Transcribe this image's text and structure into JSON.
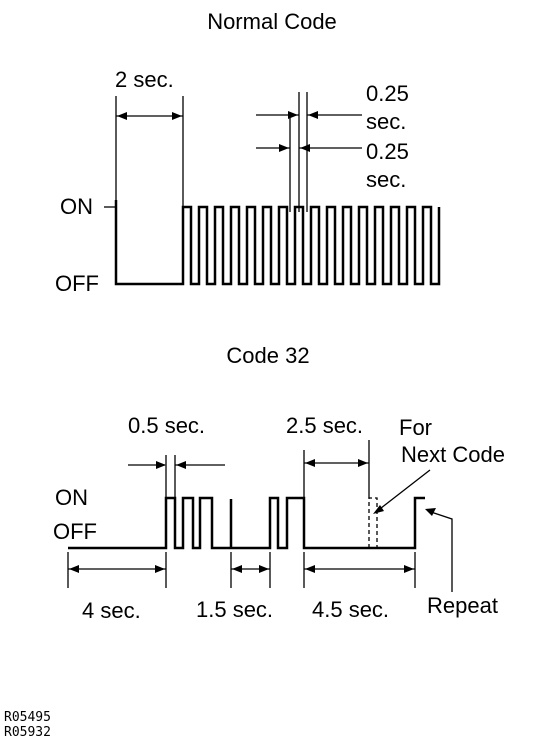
{
  "top": {
    "title": "Normal Code",
    "dur_2": "2 sec.",
    "dur_025_a_l1": "0.25",
    "dur_025_a_l2": "sec.",
    "dur_025_b_l1": "0.25",
    "dur_025_b_l2": "sec.",
    "on_label": "ON",
    "off_label": "OFF"
  },
  "bottom": {
    "title": "Code 32",
    "dur_05": "0.5 sec.",
    "dur_25": "2.5 sec.",
    "next_l1": "For",
    "next_l2": "Next Code",
    "on_label": "ON",
    "off_label": "OFF",
    "dur_4": "4 sec.",
    "dur_15": "1.5 sec.",
    "dur_45": "4.5 sec.",
    "repeat": "Repeat"
  },
  "refs": [
    "R05495",
    "R05932"
  ]
}
